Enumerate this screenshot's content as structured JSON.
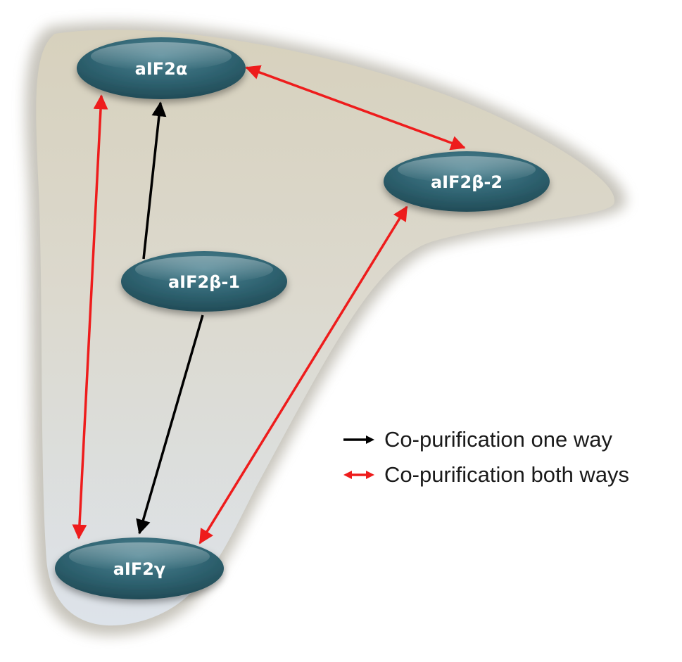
{
  "nodes": {
    "alpha": {
      "label": "aIF2α"
    },
    "beta1": {
      "label": "aIF2β-1"
    },
    "beta2": {
      "label": "aIF2β-2"
    },
    "gamma": {
      "label": "aIF2γ"
    }
  },
  "edges": [
    {
      "from": "beta1",
      "to": "alpha",
      "type": "one-way"
    },
    {
      "from": "beta1",
      "to": "gamma",
      "type": "one-way"
    },
    {
      "from": "alpha",
      "to": "beta2",
      "type": "both-ways"
    },
    {
      "from": "alpha",
      "to": "gamma",
      "type": "both-ways"
    },
    {
      "from": "beta2",
      "to": "gamma",
      "type": "both-ways"
    }
  ],
  "legend": {
    "one_way": "Co-purification one way",
    "both_ways": "Co-purification both ways"
  },
  "colors": {
    "one_way": "#000000",
    "both_ways": "#ee1c1c",
    "node_fill": "#2c5e6c",
    "background_shape": "#dcd9cc"
  }
}
